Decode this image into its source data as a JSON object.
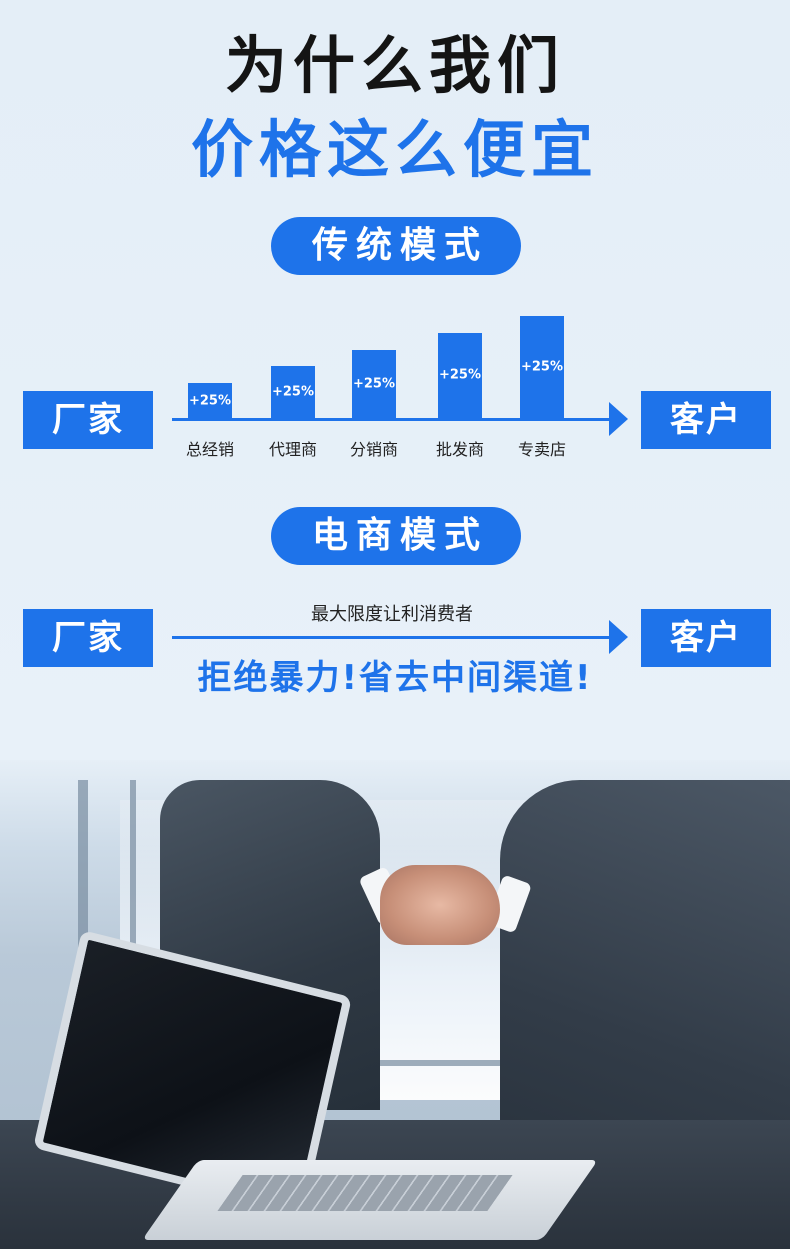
{
  "title": {
    "line1": "为什么我们",
    "line2": "价格这么便宜"
  },
  "traditional": {
    "pill_label": "传统模式",
    "left_box": "厂家",
    "right_box": "客户",
    "chart_data": {
      "type": "bar",
      "categories": [
        "总经销",
        "代理商",
        "分销商",
        "批发商",
        "专卖店"
      ],
      "values": [
        25,
        25,
        25,
        25,
        25
      ],
      "data_labels": [
        "+25%",
        "+25%",
        "+25%",
        "+25%",
        "+25%"
      ],
      "cumulative_levels": [
        1,
        2,
        3,
        4,
        5
      ],
      "title": "",
      "xlabel": "",
      "ylabel": ""
    }
  },
  "ecommerce": {
    "pill_label": "电商模式",
    "left_box": "厂家",
    "right_box": "客户",
    "line_text": "最大限度让利消费者",
    "slogan": "拒绝暴力!省去中间渠道!"
  },
  "colors": {
    "accent": "#1e73ea",
    "title": "#141414"
  },
  "photo": {
    "subject": "handshake-over-laptop-photo"
  }
}
